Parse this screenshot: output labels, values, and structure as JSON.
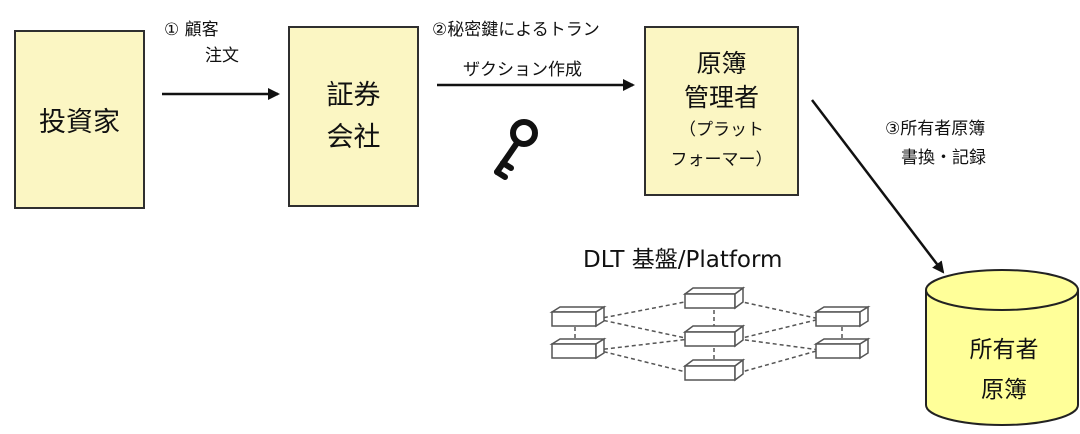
{
  "nodes": {
    "investor": "投資家",
    "broker": [
      "証券",
      "会社"
    ],
    "registry": [
      "原簿",
      "管理者",
      "（プラット",
      "フォーマー）"
    ],
    "owner_registry": [
      "所有者",
      "原簿"
    ]
  },
  "edges": {
    "step1": [
      "① 顧客",
      "注文"
    ],
    "step2": [
      "②秘密鍵によるトラン",
      "ザクション作成"
    ],
    "step3": [
      "③所有者原簿",
      "書換・記録"
    ]
  },
  "dlt_label": "DLT 基盤/Platform",
  "icons": [
    "key-icon",
    "blockchain-network-icon",
    "database-cylinder-icon"
  ],
  "colors": {
    "box_fill": "#fbf6c3",
    "stroke": "#111111",
    "db_fill": "#ffff99"
  }
}
